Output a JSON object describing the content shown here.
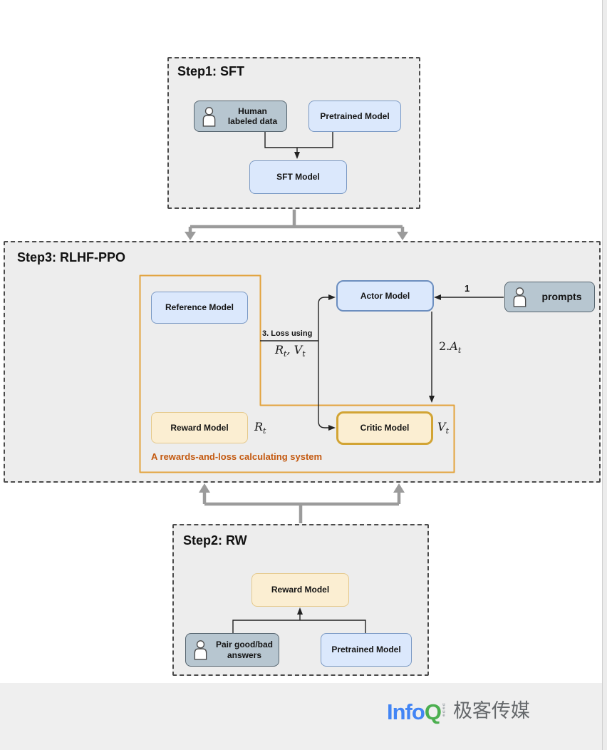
{
  "step1": {
    "title": "Step1: SFT",
    "human_box": {
      "line1": "Human",
      "line2": "labeled data"
    },
    "pretrained_label": "Pretrained Model",
    "sft_label": "SFT Model"
  },
  "step3": {
    "title": "Step3: RLHF-PPO",
    "reference_label": "Reference Model",
    "actor_label": "Actor Model",
    "prompts_label": "prompts",
    "reward_label": "Reward Model",
    "critic_label": "Critic Model",
    "caption": "A rewards-and-loss calculating system",
    "labels": {
      "one": "1",
      "loss_title": "3. Loss using",
      "loss_r": "R",
      "loss_rsub": "t",
      "loss_sep": ", ",
      "loss_v": "V",
      "loss_vsub": "t",
      "adv_pre": "2.",
      "adv_base": "A",
      "adv_sub": "t",
      "rt_base": "R",
      "rt_sub": "t",
      "vt_base": "V",
      "vt_sub": "t"
    }
  },
  "step2": {
    "title": "Step2: RW",
    "reward_label": "Reward Model",
    "pair_box": {
      "line1": "Pair good/bad",
      "line2": "answers"
    },
    "pretrained_label": "Pretrained Model"
  },
  "footer": {
    "brand_info": "Info",
    "brand_q": "Q",
    "brand_queue": "ueue",
    "brand_cn": "极客传媒"
  },
  "colors": {
    "blue_fill": "#dbe8fc",
    "blue_border": "#7a99c4",
    "actor_border": "#6c8ebf",
    "slate_fill": "#b7c6d0",
    "slate_border": "#56656f",
    "cream_fill": "#fbeed2",
    "cream_border": "#e5c98c",
    "gold_border": "#d2a434",
    "orange_outline": "#e2a33d",
    "caption_orange": "#c45a11",
    "step_fill": "#ededed",
    "dash_color": "#4b4b4b",
    "arrow_gray": "#9b9b9b",
    "line_black": "#222222",
    "footer_bg": "#efefef",
    "strip_bg": "#ececec",
    "info_blue": "#4285f5",
    "info_green": "#4caf50",
    "cn_gray": "#65686b"
  }
}
